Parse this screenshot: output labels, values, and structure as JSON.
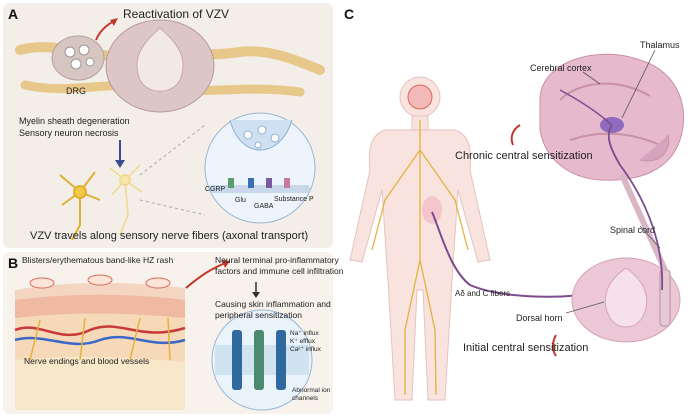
{
  "panels": {
    "a": {
      "letter": "A",
      "reactivation": "Reactivation of VZV",
      "drg": "DRG",
      "degeneration": "Myelin sheath degeneration",
      "necrosis": "Sensory neuron necrosis",
      "cgrp": "CGRP",
      "glu": "Glu",
      "gaba": "GABA",
      "substance_p": "Substance P",
      "travel": "VZV travels along sensory nerve fibers (axonal transport)"
    },
    "b": {
      "letter": "B",
      "rash": "Blisters/erythematous band-like HZ rash",
      "infiltration_1": "Neural terminal pro-inflammatory",
      "infiltration_2": "factors and immune cell infiltration",
      "inflammation_1": "Causing skin inflammation and",
      "inflammation_2": "peripheral sensitization",
      "nerve_endings": "Nerve endings and blood vessels",
      "na": "Na⁺ influx",
      "k": "K⁺ efflux",
      "ca": "Ca²⁺ influx",
      "abnormal_1": "Abnormal ion",
      "abnormal_2": "channels"
    },
    "c": {
      "letter": "C",
      "thalamus": "Thalamus",
      "cortex": "Cerebral cortex",
      "chronic": "Chronic central sensitization",
      "spinal_cord": "Spinal cord",
      "fibers": "Aδ and C fibers",
      "dorsal_horn": "Dorsal horn",
      "initial": "Initial central sensitization"
    }
  },
  "colors": {
    "panel_bg": "#f3eee8",
    "nerve_yellow": "#e3b23c",
    "pathway_purple": "#7c4b8f",
    "brain_pink": "#d9aec4",
    "skin_red": "#d8685a",
    "arrow_red": "#c0392b"
  }
}
